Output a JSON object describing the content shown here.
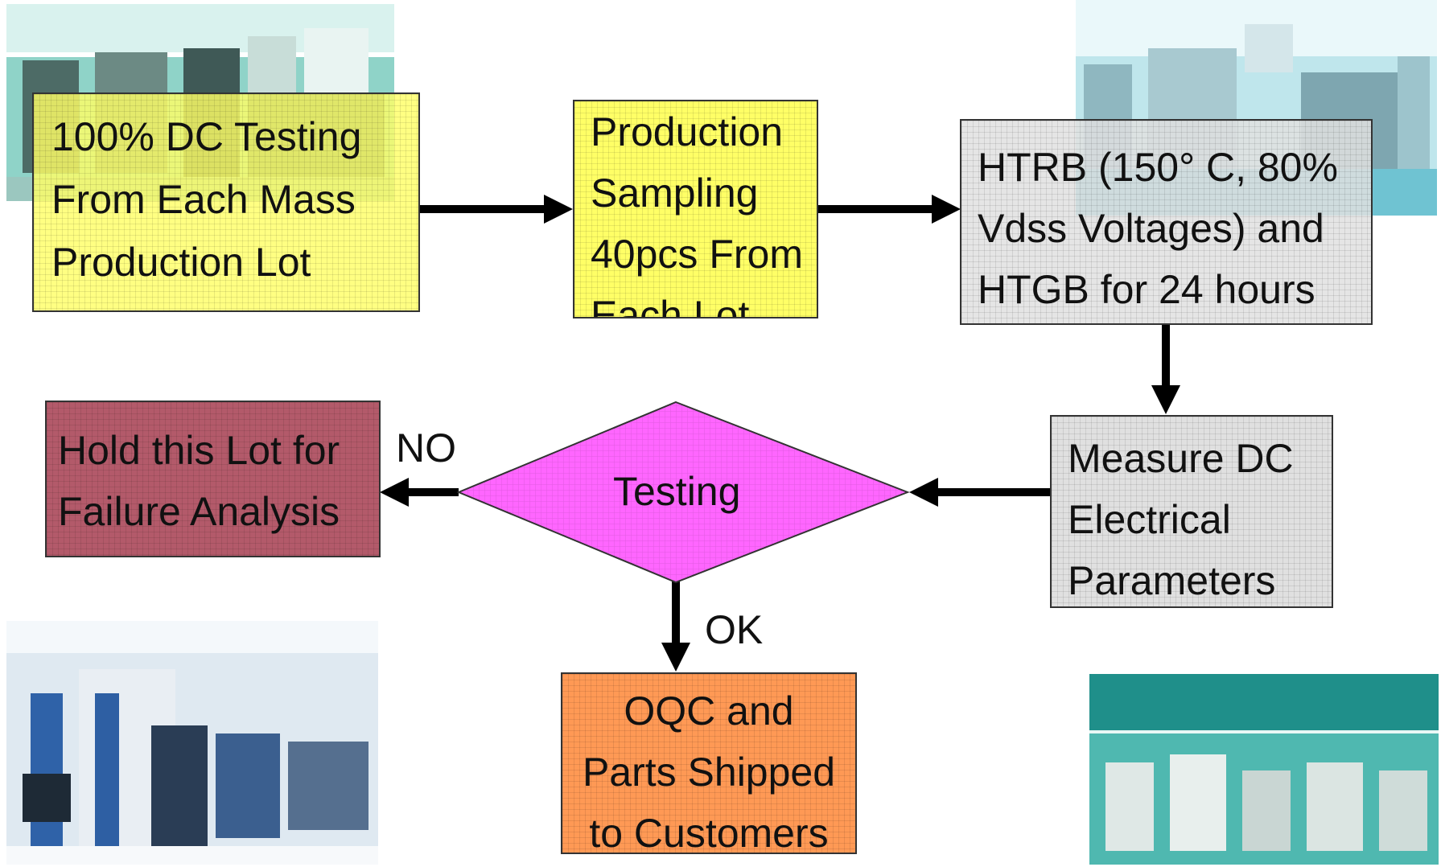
{
  "steps": {
    "dc_testing": {
      "lines": [
        "100% DC Testing",
        "From Each Mass",
        "Production Lot"
      ]
    },
    "sampling": {
      "lines": [
        "Production",
        "Sampling",
        "40pcs From",
        "Each Lot"
      ]
    },
    "htrb": {
      "lines": [
        "HTRB (150°  C, 80%",
        "Vdss Voltages) and",
        "HTGB for 24 hours"
      ]
    },
    "measure": {
      "lines": [
        "Measure DC",
        "Electrical",
        "Parameters"
      ]
    },
    "testing": {
      "label": "Testing"
    },
    "hold": {
      "lines": [
        "Hold this Lot for",
        "Failure Analysis"
      ]
    },
    "oqc": {
      "lines": [
        "OQC and",
        "Parts Shipped",
        "to Customers"
      ]
    }
  },
  "branches": {
    "no": "NO",
    "ok": "OK"
  },
  "colors": {
    "yellow": "#ffff66",
    "gray": "#e0e0e0",
    "magenta": "#ff66ff",
    "maroon": "#b35a6a",
    "orange": "#ff9955",
    "arrow": "#000000"
  },
  "photos": [
    "factory-photo-top-left",
    "factory-photo-top-right",
    "factory-photo-bottom-left",
    "factory-photo-bottom-right"
  ]
}
